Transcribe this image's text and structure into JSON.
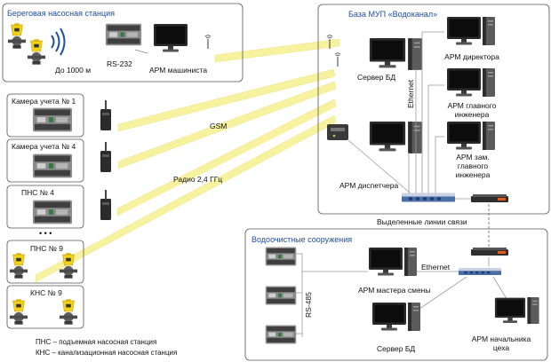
{
  "sections": {
    "coastal_station": {
      "title": "Береговая насосная станция",
      "distance": "До 1000 м",
      "link": "RS-232",
      "operator_ws": "АРМ машиниста"
    },
    "base": {
      "title": "База МУП «Водоканал»",
      "db_server": "Сервер БД",
      "director_ws": "АРМ директора",
      "chief_engineer_ws": "АРМ главного инженера",
      "deputy_chief_engineer_ws": "АРМ зам. главного инженера",
      "dispatcher_ws": "АРМ диспетчера",
      "ethernet": "Ethernet"
    },
    "water_treatment": {
      "title": "Водоочистные сооружения",
      "ethernet": "Ethernet",
      "rs485": "RS-485",
      "shift_master_ws": "АРМ мастера смены",
      "db_server": "Сервер БД",
      "shop_head_ws": "АРМ начальника цеха"
    }
  },
  "sites": [
    {
      "label": "Камера учета № 1"
    },
    {
      "label": "Камера учета № 4"
    },
    {
      "label": "ПНС № 4"
    },
    {
      "label": "ПНС № 9"
    },
    {
      "label": "КНС № 9"
    }
  ],
  "ellipsis": "• • •",
  "links": {
    "gsm": "GSM",
    "radio": "Радио 2,4 ГГц",
    "dedicated": "Выделенные линии связи"
  },
  "legend": [
    "ПНС – подъемная насосная станция",
    "КНС – канализационная насосная станция"
  ],
  "colors": {
    "title_blue": "#1f4fa0",
    "wireless_beam": "#f3ef8a",
    "pump_yellow": "#f2d21b",
    "line_gray": "#9a9a9a",
    "switch_orange": "#e25a1c"
  }
}
